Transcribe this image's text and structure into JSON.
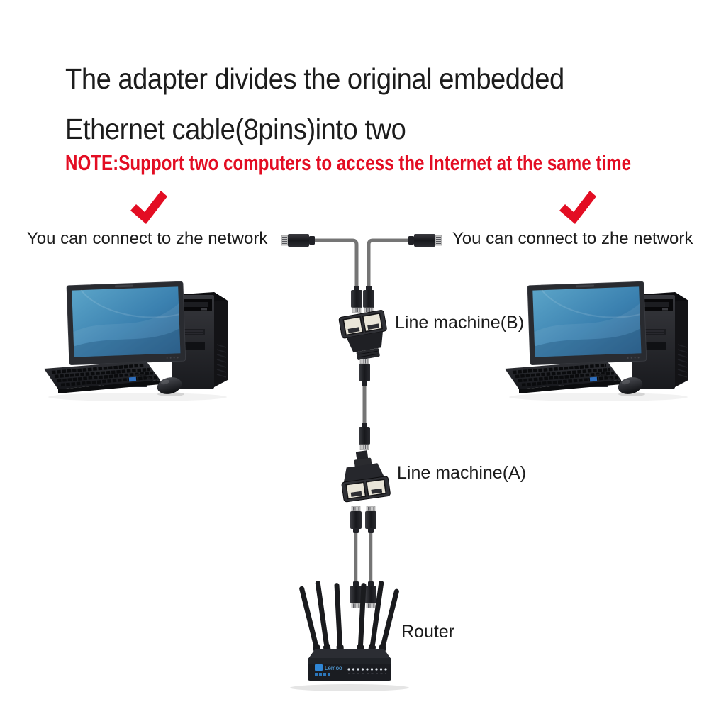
{
  "header": {
    "title_line1": "The adapter divides the original embedded",
    "title_line2": "Ethernet cable(8pins)into two",
    "note": "NOTE:Support two computers to access the Internet at the same time"
  },
  "annotations": {
    "connect_left": "You can connect to zhe network",
    "connect_right": "You can connect to zhe network",
    "line_machine_b": "Line machine(B)",
    "line_machine_a": "Line machine(A)",
    "router_label": "Router"
  },
  "router": {
    "brand": "Lemoo"
  },
  "icons": {
    "checkmark_left": "red-checkmark",
    "checkmark_right": "red-checkmark",
    "rj45_plug": "ethernet-plug",
    "rj45_splitter": "one-to-two-adapter"
  },
  "colors": {
    "note_red": "#e30d23",
    "check_red": "#e30d23",
    "cable_gray": "#757575",
    "text_black": "#1b1b1b",
    "screen_blue": "#3b81b0"
  }
}
